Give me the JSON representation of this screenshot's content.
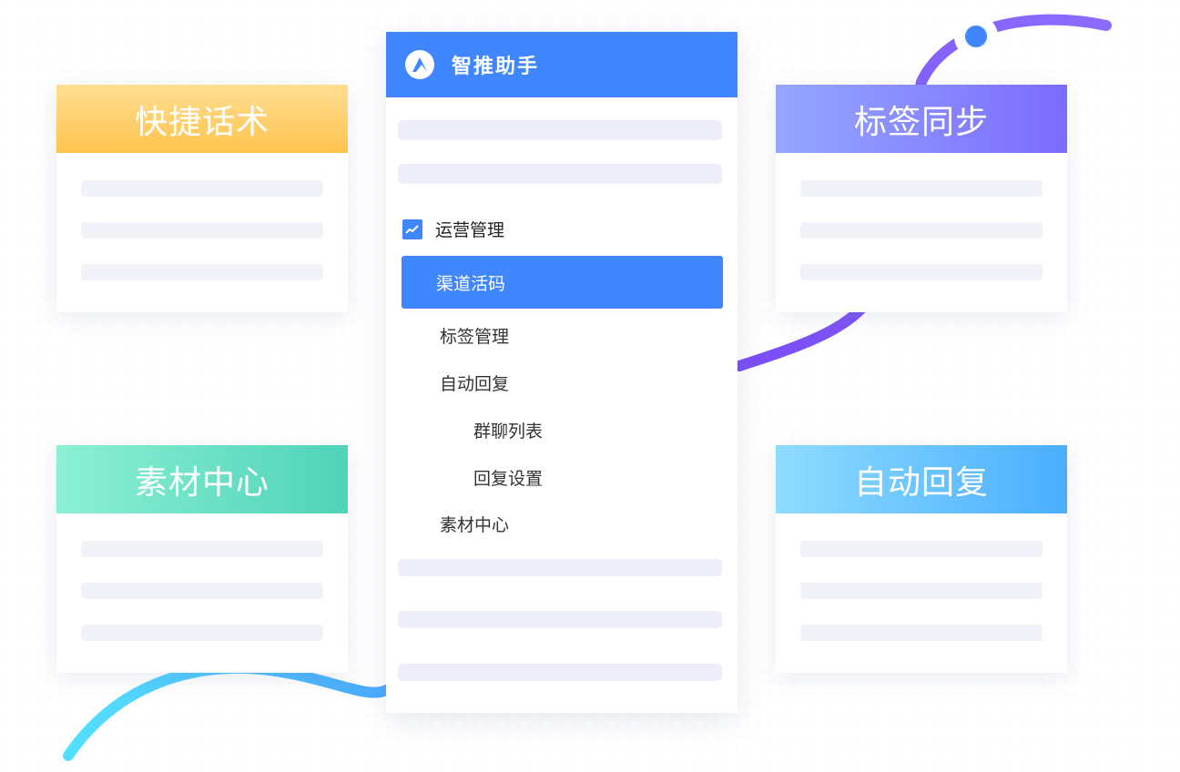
{
  "colors": {
    "brand_blue": "#3f86ff",
    "card_orange": "#ffc55a",
    "card_purple": "#7b6bff",
    "card_green": "#4fd6b8",
    "card_cyan": "#54b2ff",
    "curve_purple": "#7f59f5",
    "curve_cyan": "#4fd0ff"
  },
  "app": {
    "logo_icon": "triangle-logo-icon",
    "title": "智推助手",
    "menu": {
      "section_icon": "trend-chart-icon",
      "section_label": "运营管理",
      "items": [
        {
          "label": "渠道活码",
          "active": true
        },
        {
          "label": "标签管理"
        },
        {
          "label": "自动回复"
        },
        {
          "label": "群聊列表"
        },
        {
          "label": "回复设置"
        },
        {
          "label": "素材中心"
        }
      ]
    }
  },
  "cards": {
    "top_left": {
      "title": "快捷话术"
    },
    "top_right": {
      "title": "标签同步"
    },
    "bottom_left": {
      "title": "素材中心"
    },
    "bottom_right": {
      "title": "自动回复"
    }
  }
}
